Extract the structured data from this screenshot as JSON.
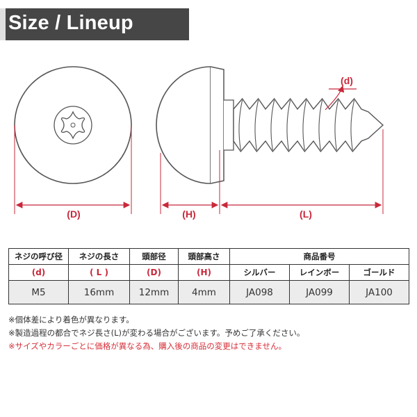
{
  "header": {
    "title": "Size / Lineup"
  },
  "diagram": {
    "labels": {
      "d": "(d)",
      "D": "(D)",
      "H": "(H)",
      "L": "(L)"
    },
    "colors": {
      "line": "#555555",
      "dimension": "#c8283a",
      "face": "#ffffff"
    }
  },
  "table": {
    "headers": [
      {
        "label": "ネジの呼び径",
        "symbol": "(d)"
      },
      {
        "label": "ネジの長さ",
        "symbol": "( L )"
      },
      {
        "label": "頭部径",
        "symbol": "(D)"
      },
      {
        "label": "頭部高さ",
        "symbol": "(H)"
      }
    ],
    "product_header": "商品番号",
    "product_columns": [
      "シルバー",
      "レインボー",
      "ゴールド"
    ],
    "row": [
      "M5",
      "16mm",
      "12mm",
      "4mm",
      "JA098",
      "JA099",
      "JA100"
    ]
  },
  "notes": [
    "※個体差により着色が異なります。",
    "※製造過程の都合でネジ長さ(L)が変わる場合がございます。予めご了承ください。",
    "※サイズやカラーごとに価格が異なる為、購入後の商品の変更はできません。"
  ],
  "colors": {
    "accent": "#c8283a",
    "banner": "#464646",
    "cell_bg": "#ececec",
    "note_red": "#d6303a"
  }
}
